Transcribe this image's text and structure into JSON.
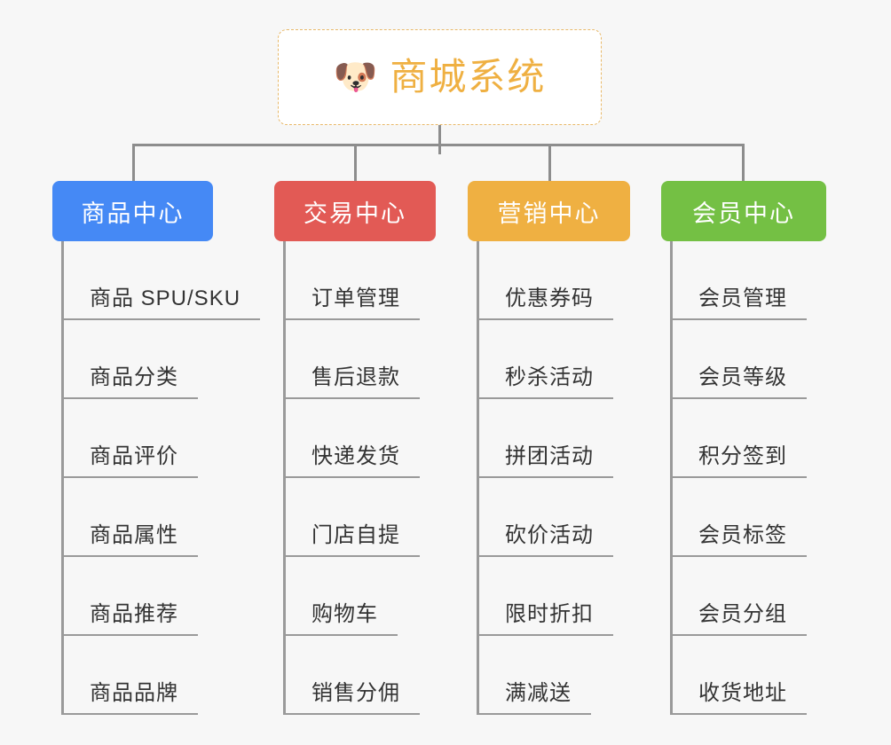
{
  "background_color": "#f7f7f7",
  "root": {
    "icon": "dog-face-icon",
    "icon_glyph": "🐶",
    "title": "商城系统",
    "text_color": "#efb042",
    "border_color": "#e8b96a",
    "background_color": "#ffffff"
  },
  "connector_color": "#8d8d8d",
  "leaf_line_color": "#9a9a9a",
  "branches": [
    {
      "label": "商品中心",
      "color": "#4589f5",
      "items": [
        "商品 SPU/SKU",
        "商品分类",
        "商品评价",
        "商品属性",
        "商品推荐",
        "商品品牌"
      ]
    },
    {
      "label": "交易中心",
      "color": "#e25a55",
      "items": [
        "订单管理",
        "售后退款",
        "快递发货",
        "门店自提",
        "购物车",
        "销售分佣"
      ]
    },
    {
      "label": "营销中心",
      "color": "#efb042",
      "items": [
        "优惠券码",
        "秒杀活动",
        "拼团活动",
        "砍价活动",
        "限时折扣",
        "满减送"
      ]
    },
    {
      "label": "会员中心",
      "color": "#74c044",
      "items": [
        "会员管理",
        "会员等级",
        "积分签到",
        "会员标签",
        "会员分组",
        "收货地址"
      ]
    }
  ]
}
